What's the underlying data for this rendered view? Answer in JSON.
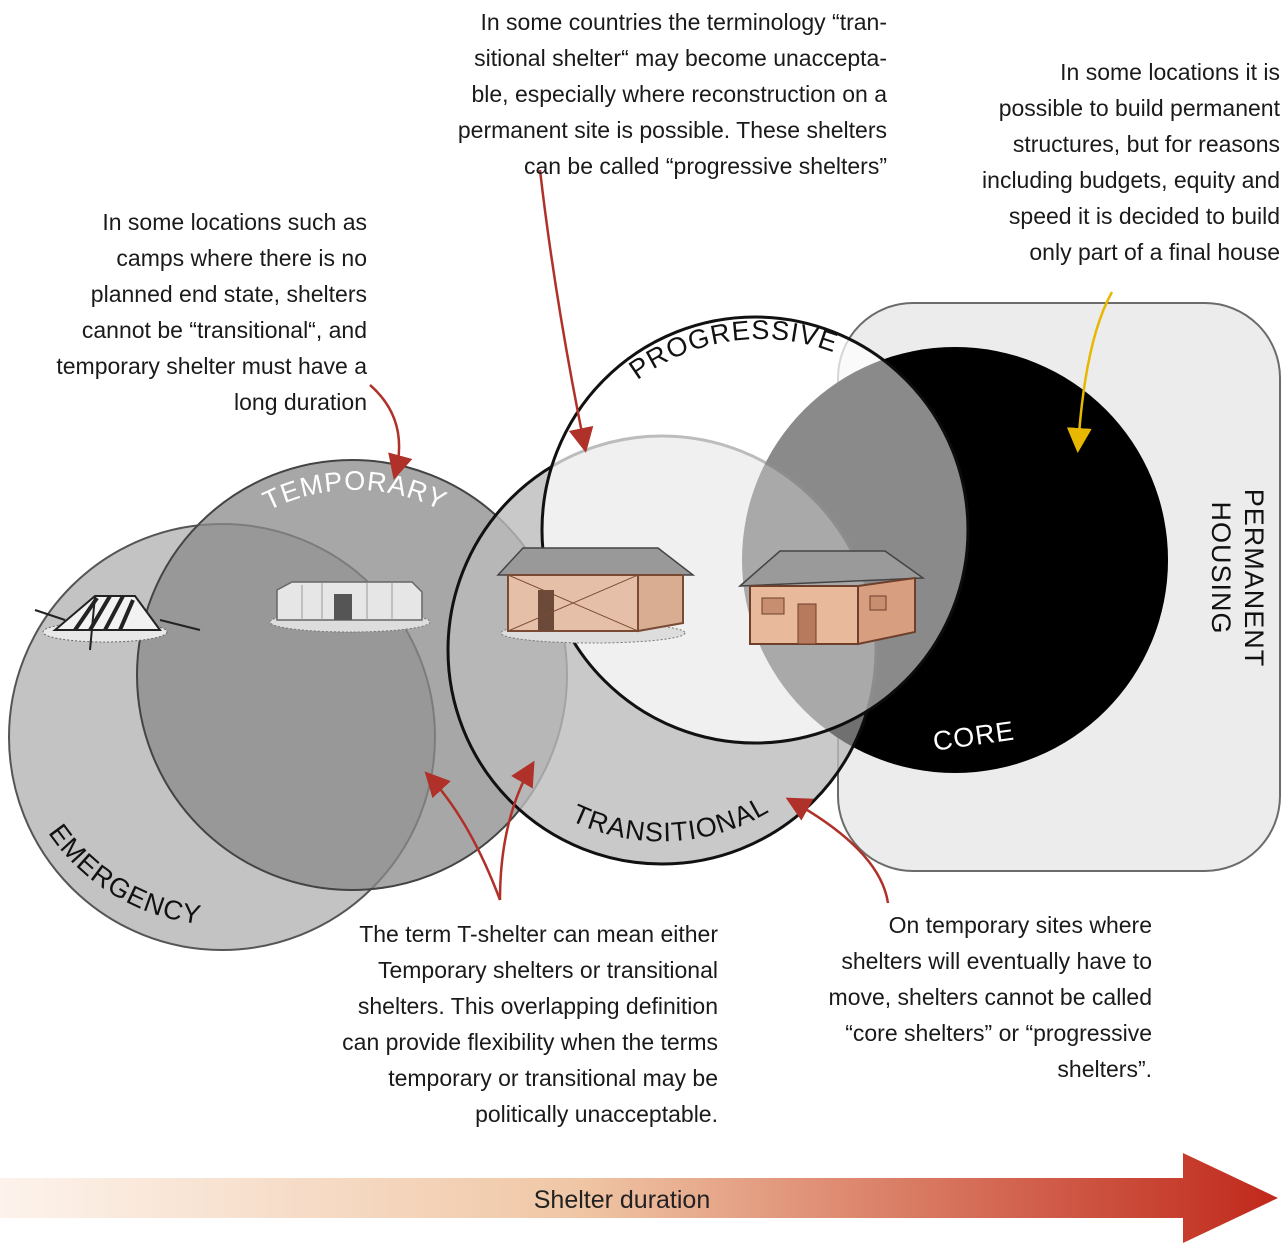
{
  "circles": {
    "emergency": "EMERGENCY",
    "temporary": "TEMPORARY",
    "transitional": "TRANSITIONAL",
    "progressive": "PROGRESSIVE",
    "core": "CORE",
    "permanent_line1": "PERMANENT",
    "permanent_line2": "HOUSING"
  },
  "notes": {
    "progressive_note": [
      "In some countries the terminology “tran-",
      "sitional shelter“ may become unaccepta-",
      "ble, especially where reconstruction on a",
      "permanent site is possible. These shelters",
      "can be called “progressive shelters”"
    ],
    "core_note": [
      "In some locations it is",
      "possible to build permanent",
      "structures, but for reasons",
      "including budgets, equity and",
      "speed  it is decided to build",
      "only part of a final house"
    ],
    "temporary_note": [
      "In some locations such as",
      "camps where there is no",
      "planned end state, shelters",
      "cannot be “transitional“, and",
      "temporary shelter must have a",
      "long duration"
    ],
    "tshelter_note": [
      "The term T-shelter can mean either",
      "Temporary shelters or transitional",
      "shelters. This overlapping definition",
      "can provide flexibility when the terms",
      "temporary or transitional may be",
      "politically unacceptable."
    ],
    "temporary_sites_note": [
      "On temporary sites where",
      "shelters will eventually have to",
      "move, shelters cannot be called",
      "“core shelters” or “progressive",
      "shelters”."
    ]
  },
  "arrow": {
    "label": "Shelter duration",
    "color_start": "#fdf3ec",
    "color_end": "#c0281b"
  },
  "colors": {
    "annotation_arrow": "#b0302a",
    "core_arrow": "#e8b800",
    "core_fill": "#000000",
    "permanent_fill": "#ececec"
  },
  "icons": {
    "emergency": "tent-icon",
    "temporary": "temporary-shelter-icon",
    "transitional": "transitional-shelter-icon",
    "core": "core-house-icon"
  }
}
